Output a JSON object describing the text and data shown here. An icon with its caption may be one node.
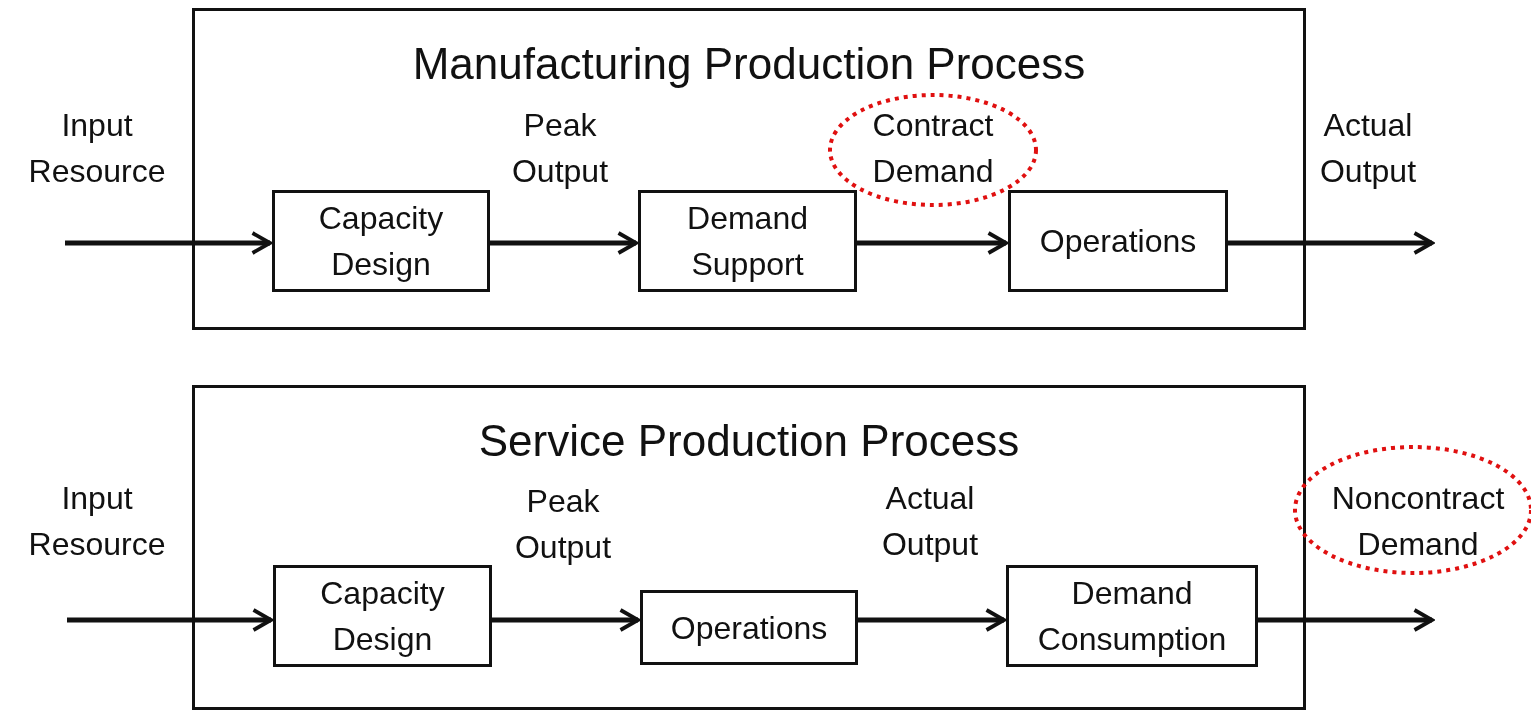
{
  "diagram": {
    "nodes": [
      {
        "text": [
          "Manufacturing Production Process"
        ]
      },
      {
        "text": [
          "Capacity Design"
        ],
        "in": 0
      },
      {
        "text": [
          "Demand Support"
        ],
        "in": 0
      },
      {
        "text": [
          "Operations"
        ],
        "in": 0
      },
      {
        "text": [
          "Service Production Process"
        ]
      },
      {
        "text": [
          "Capacity Design"
        ],
        "in": 4
      },
      {
        "text": [
          "Operations"
        ],
        "in": 4
      },
      {
        "text": [
          "Demand Consumption"
        ],
        "in": 4
      }
    ],
    "edges": [
      {
        "from": null,
        "to": 1,
        "arrow": "to",
        "label": "Input Resource"
      },
      {
        "from": 1,
        "to": 2,
        "arrow": "to",
        "label": "Peak Output"
      },
      {
        "from": 2,
        "to": 3,
        "arrow": "to",
        "label": "Contract Demand"
      },
      {
        "from": 3,
        "to": null,
        "arrow": "to",
        "label": "Actual Output"
      },
      {
        "from": null,
        "to": 5,
        "arrow": "to",
        "label": "Input Resource"
      },
      {
        "from": 5,
        "to": 6,
        "arrow": "to",
        "label": "Peak Output"
      },
      {
        "from": 6,
        "to": 7,
        "arrow": "to",
        "label": "Actual Output"
      },
      {
        "from": 7,
        "to": null,
        "arrow": "to",
        "label": "Noncontract Demand"
      }
    ]
  }
}
